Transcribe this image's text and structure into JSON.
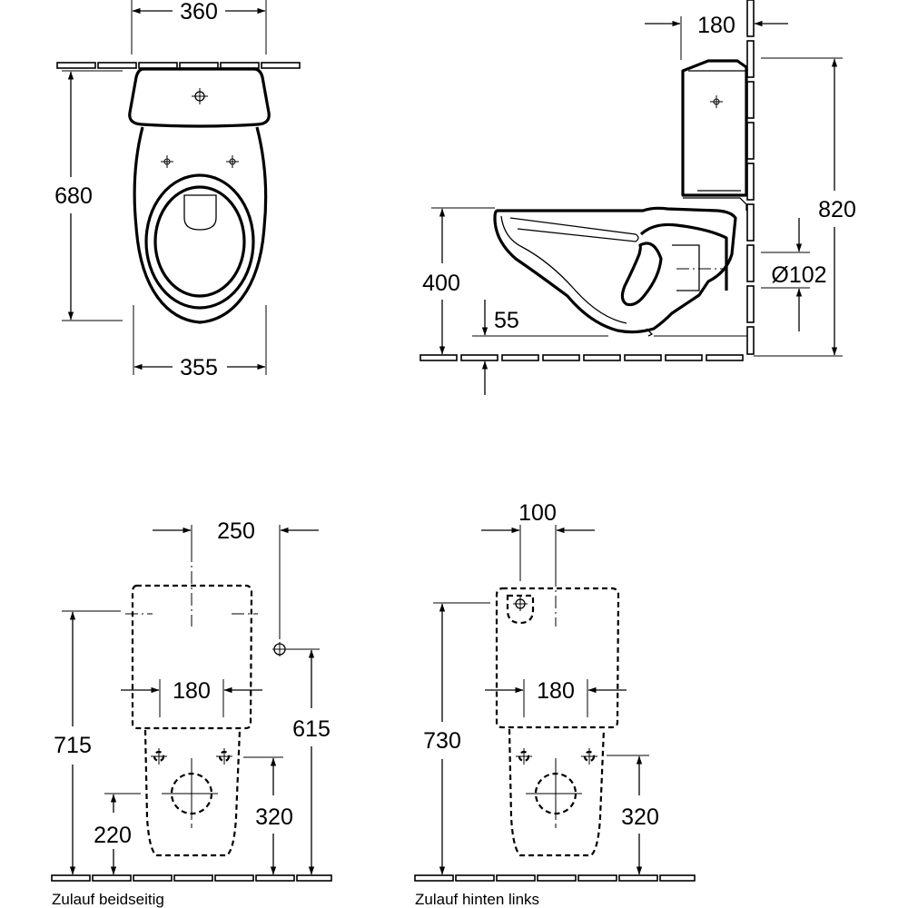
{
  "top_view": {
    "width_top": "360",
    "depth": "680",
    "width_bottom": "355"
  },
  "side_view": {
    "tank_depth": "180",
    "total_height": "820",
    "seat_height": "400",
    "outlet_height": "55",
    "outlet_diameter": "Ø102"
  },
  "inlet_both_sides": {
    "top_spacing": "250",
    "tank_width": "180",
    "tank_height": "715",
    "inlet_height": "615",
    "outlet_distance": "320",
    "side_distance": "220",
    "caption": "Zulauf beidseitig"
  },
  "inlet_rear_left": {
    "top_spacing": "100",
    "tank_width": "180",
    "tank_height": "730",
    "outlet_distance": "320",
    "caption": "Zulauf hinten links"
  }
}
